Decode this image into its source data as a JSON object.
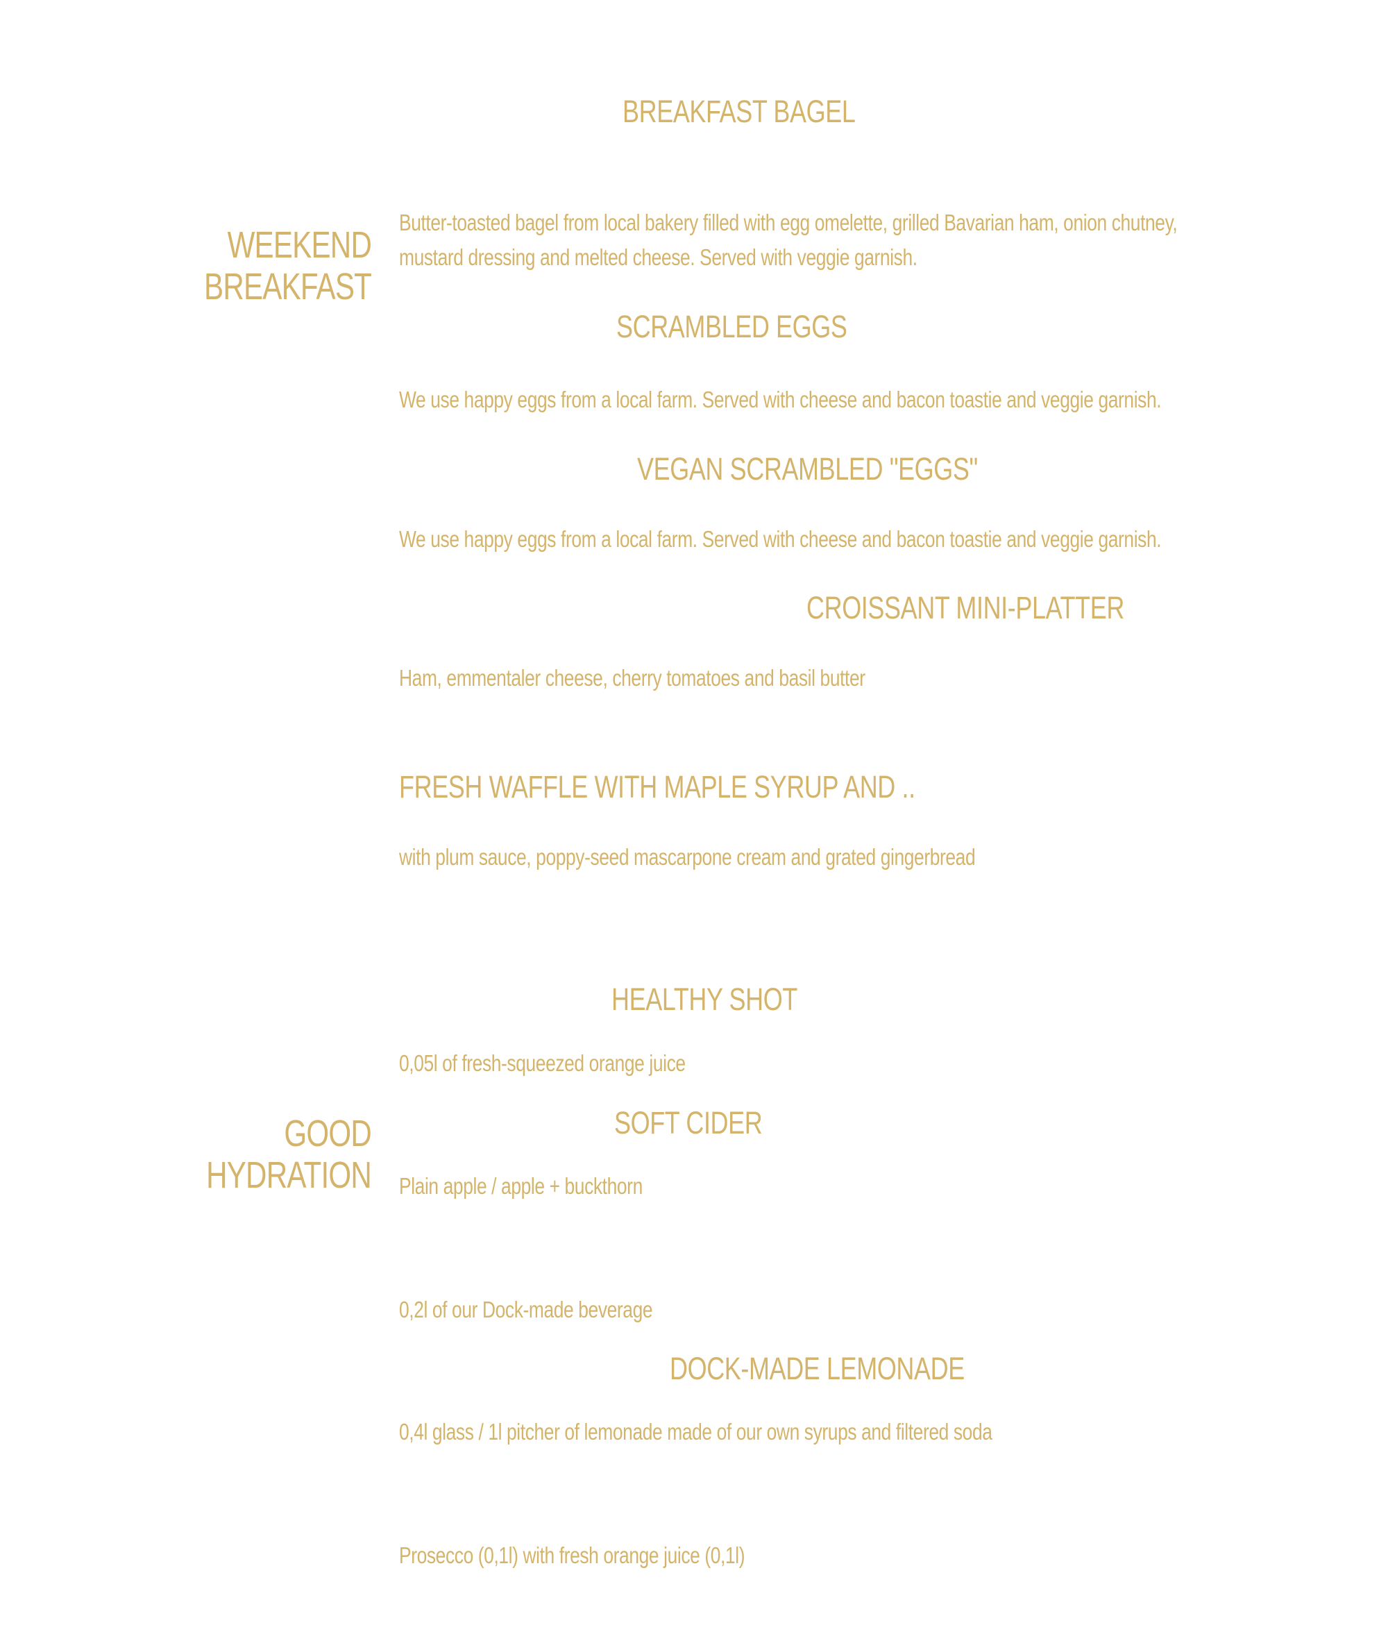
{
  "sections": [
    {
      "title_line1": "WEEKEND",
      "title_line2": "BREAKFAST"
    },
    {
      "title_line1": "GOOD",
      "title_line2": "HYDRATION"
    }
  ],
  "breakfast": {
    "items": [
      {
        "name": "BREAKFAST BAGEL",
        "desc_line1": "Butter-toasted bagel from local bakery filled with egg omelette, grilled Bavarian ham, onion chutney,",
        "desc_line2": "mustard dressing and melted cheese. Served with veggie garnish."
      },
      {
        "name": "SCRAMBLED EGGS",
        "desc": "We use happy eggs from a local farm. Served with cheese and bacon toastie and veggie garnish."
      },
      {
        "name": "VEGAN SCRAMBLED \"EGGS\"",
        "desc": "We use happy eggs from a local farm. Served with cheese and bacon toastie and veggie garnish."
      },
      {
        "name": "CROISSANT MINI-PLATTER",
        "desc": "Ham, emmentaler cheese, cherry tomatoes and basil butter"
      },
      {
        "name": "FRESH WAFFLE WITH MAPLE SYRUP AND ..",
        "desc": "with plum sauce, poppy-seed mascarpone cream and grated gingerbread"
      }
    ]
  },
  "hydration": {
    "items": [
      {
        "name": "HEALTHY SHOT",
        "desc": "0,05l of fresh-squeezed orange juice"
      },
      {
        "name": "SOFT CIDER",
        "desc": "Plain apple / apple + buckthorn"
      },
      {
        "name": "",
        "desc": "0,2l of our Dock-made beverage"
      },
      {
        "name": "DOCK-MADE LEMONADE",
        "desc": "0,4l glass / 1l pitcher of lemonade made of our own syrups and filtered soda"
      },
      {
        "name": "",
        "desc": "Prosecco (0,1l) with fresh orange juice (0,1l)"
      }
    ]
  }
}
